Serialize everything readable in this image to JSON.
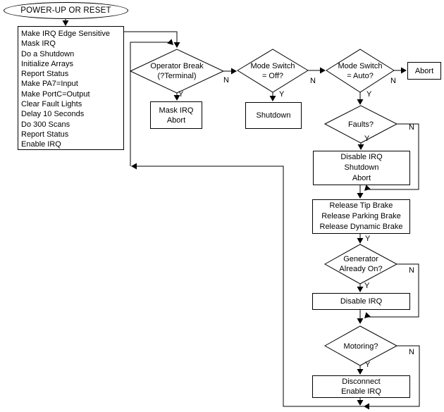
{
  "nodes": {
    "start": {
      "label": "POWER-UP OR RESET"
    },
    "init": {
      "lines": [
        "Make IRQ Edge Sensitive",
        "Mask IRQ",
        "Do a Shutdown",
        "Initialize Arrays",
        "Report Status",
        "Make PA7=Input",
        "Make PortC=Output",
        "Clear Fault Lights",
        "Delay 10 Seconds",
        "Do 300 Scans",
        "Report Status",
        "Enable IRQ"
      ]
    },
    "operator_break": {
      "lines": [
        "Operator Break",
        "(?Terminal)"
      ]
    },
    "mask_irq_abort": {
      "lines": [
        "Mask IRQ",
        "Abort"
      ]
    },
    "mode_switch_off": {
      "lines": [
        "Mode Switch",
        "= Off?"
      ]
    },
    "shutdown": {
      "label": "Shutdown"
    },
    "mode_switch_auto": {
      "lines": [
        "Mode Switch",
        "= Auto?"
      ]
    },
    "abort": {
      "label": "Abort"
    },
    "faults": {
      "label": "Faults?"
    },
    "disable_irq_shutdown_abort": {
      "lines": [
        "Disable IRQ",
        "Shutdown",
        "Abort"
      ]
    },
    "release_brakes": {
      "lines": [
        "Release Tip Brake",
        "Release Parking Brake",
        "Release Dynamic Brake"
      ]
    },
    "generator_already_on": {
      "lines": [
        "Generator",
        "Already On?"
      ]
    },
    "disable_irq": {
      "label": "Disable IRQ"
    },
    "motoring": {
      "label": "Motoring?"
    },
    "disconnect_enable_irq": {
      "lines": [
        "Disconnect",
        "Enable IRQ"
      ]
    }
  },
  "branch_labels": {
    "yes": "Y",
    "no": "N"
  },
  "colors": {
    "line": "#000000",
    "background": "#ffffff"
  }
}
